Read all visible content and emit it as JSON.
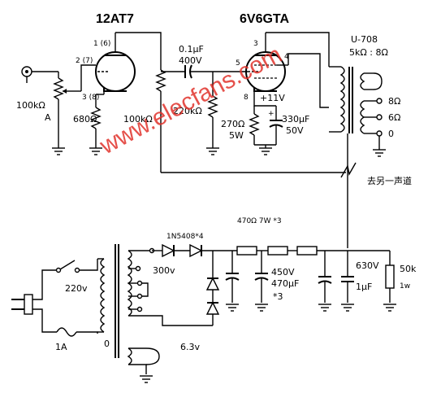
{
  "tubes": {
    "preamp": {
      "label": "12AT7",
      "pin_plate": "1 (6)",
      "pin_grid": "2 (7)",
      "pin_cathode": "3 (8)"
    },
    "power": {
      "label": "6V6GTA",
      "pin_plate": "3",
      "pin_screen": "4",
      "pin_grid": "5",
      "pin_cathode": "8"
    }
  },
  "input": {
    "volume_pot": "100kΩ",
    "pot_label": "A"
  },
  "components": {
    "cathode_r1": "680Ω",
    "plate_r1": "100kΩ",
    "coupling_cap_value": "0.1μF",
    "coupling_cap_voltage": "400V",
    "grid_r": "220kΩ",
    "bias_r_value": "270Ω",
    "bias_r_power": "5W",
    "bias_c_value": "330μF",
    "bias_c_voltage": "50V",
    "bias_voltage": "+11V"
  },
  "output_transformer": {
    "model": "U-708",
    "ratio": "5kΩ : 8Ω",
    "taps": [
      "8Ω",
      "6Ω",
      "0"
    ]
  },
  "feedback_note": "去另一声道",
  "power_supply": {
    "fuse": "1A",
    "mains": "220v",
    "hv_secondary": "300v",
    "heater": "6.3v",
    "diodes": "1N5408*4",
    "filter_resistors": "470Ω  7W *3",
    "filter_caps_value": "470μF",
    "filter_caps_voltage": "450V",
    "filter_caps_count": "*3",
    "final_cap_voltage": "630V",
    "final_cap_value": "1μF",
    "bleeder_value": "50k",
    "bleeder_power": "1w",
    "zero_tap": "0"
  },
  "watermark": "www.elecfans.com"
}
